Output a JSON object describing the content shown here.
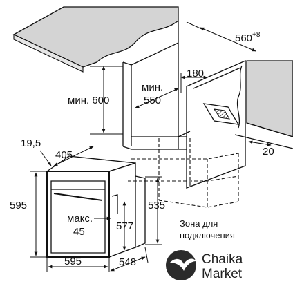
{
  "dimensions": {
    "min_600": "мин. 600",
    "min_label": "мин.",
    "val_550": "550",
    "val_180": "180",
    "val_560": "560",
    "val_560_sup": "+8",
    "val_20": "20",
    "val_19_5": "19,5",
    "val_405": "405",
    "val_595_h": "595",
    "val_535": "535",
    "val_577": "577",
    "max_label": "макс.",
    "val_45": "45",
    "val_595_w": "595",
    "val_548": "548"
  },
  "connection_zone": {
    "line1": "Зона для",
    "line2": "подключения"
  },
  "logo": {
    "line1": "Chaika",
    "line2": "Market"
  },
  "colors": {
    "surface": "#d4d4d4",
    "logo_dark": "#2b2b2b"
  }
}
